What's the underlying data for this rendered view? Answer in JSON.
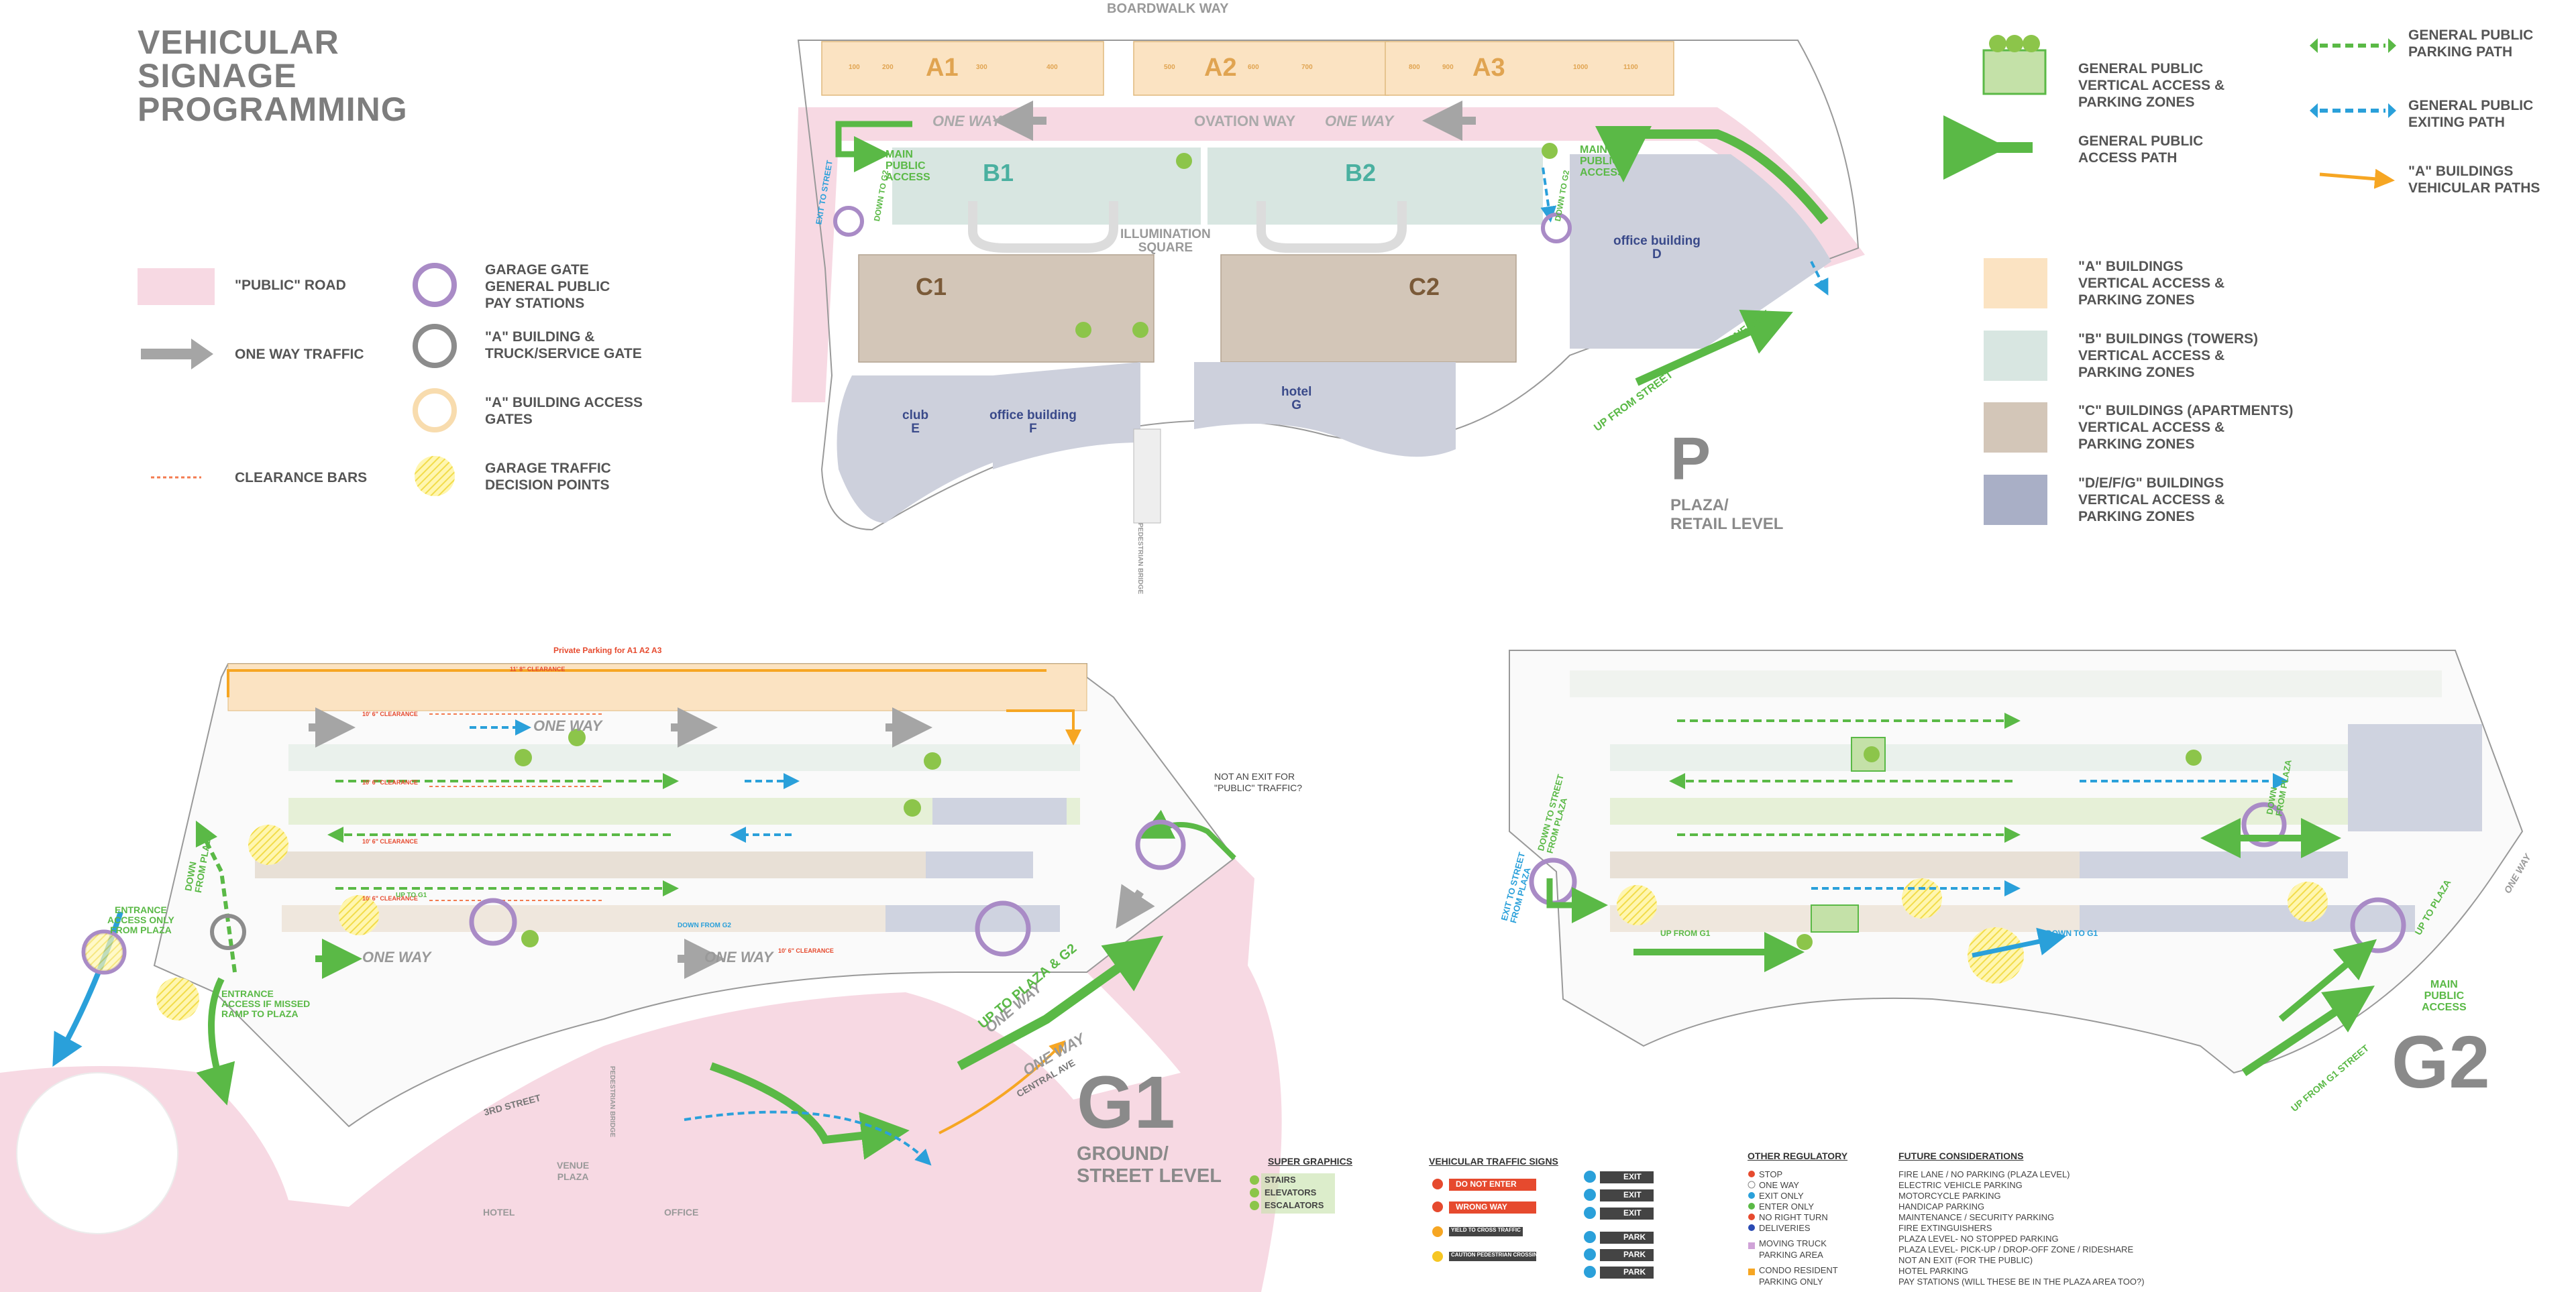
{
  "title": [
    "VEHICULAR",
    "SIGNAGE",
    "PROGRAMMING"
  ],
  "legend_left": [
    {
      "label": "\"PUBLIC\" ROAD",
      "icon": "public-road-swatch"
    },
    {
      "label": "ONE WAY TRAFFIC",
      "icon": "one-way-arrow-icon"
    },
    {
      "label": "CLEARANCE BARS",
      "icon": "clearance-bar-icon"
    },
    {
      "label": "GARAGE GATE\nGENERAL PUBLIC\nPAY STATIONS",
      "icon": "purple-ring-icon"
    },
    {
      "label": "\"A\" BUILDING &\nTRUCK/SERVICE GATE",
      "icon": "gray-ring-icon"
    },
    {
      "label": "\"A\" BUILDING ACCESS\nGATES",
      "icon": "tan-ring-icon"
    },
    {
      "label": "GARAGE TRAFFIC\nDECISION POINTS",
      "icon": "yellow-hatch-icon"
    }
  ],
  "legend_right": [
    {
      "label": "GENERAL PUBLIC\nVERTICAL ACCESS &\nPARKING ZONES"
    },
    {
      "label": "GENERAL PUBLIC\nACCESS PATH"
    },
    {
      "label": "GENERAL PUBLIC\nPARKING PATH"
    },
    {
      "label": "GENERAL PUBLIC\nEXITING PATH"
    },
    {
      "label": "\"A\" BUILDINGS\nVEHICULAR PATHS"
    },
    {
      "label": "\"A\" BUILDINGS\nVERTICAL ACCESS &\nPARKING ZONES",
      "color": "#fbe3c2"
    },
    {
      "label": "\"B\" BUILDINGS (TOWERS)\nVERTICAL ACCESS &\nPARKING ZONES",
      "color": "#d8e6e1"
    },
    {
      "label": "\"C\" BUILDINGS  (APARTMENTS)\nVERTICAL ACCESS &\nPARKING ZONES",
      "color": "#d3c6b8"
    },
    {
      "label": "\"D/E/F/G\" BUILDINGS\nVERTICAL ACCESS &\nPARKING ZONES",
      "color": "#a9afc6"
    }
  ],
  "plaza": {
    "street_top": "BOARDWALK WAY",
    "a_buildings": [
      "A1",
      "A2",
      "A3"
    ],
    "a_spaces": [
      "100",
      "200",
      "300",
      "400",
      "500",
      "600",
      "700",
      "800",
      "900",
      "1000",
      "1100"
    ],
    "b_buildings": [
      "B1",
      "B2"
    ],
    "c_buildings": [
      "C1",
      "C2"
    ],
    "ovation_way": "OVATION WAY",
    "one_way": "ONE WAY",
    "square": "ILLUMINATION\nSQUARE",
    "main_public_access": "MAIN\nPUBLIC\nACCESS",
    "down_to_g2": "DOWN TO G2",
    "exit_to_street": "EXIT TO STREET",
    "club": "club\nE",
    "office_f": "office building\nF",
    "hotel": "hotel\nG",
    "office_d": "office building\nD",
    "up_from_street": "UP FROM STREET",
    "pedestrian_bridge": "PEDESTRIAN BRIDGE",
    "level_letter": "P",
    "level_name": "PLAZA/\nRETAIL LEVEL"
  },
  "g1": {
    "private_parking": "Private Parking for A1  A2  A3",
    "clearance_top": "11' 8\" CLEARANCE",
    "clearance_rows": "10' 6\" CLEARANCE",
    "clearance_low": "10' 6\" CLEARANCE",
    "one_way": "ONE WAY",
    "not_an_exit": "NOT AN EXIT FOR\n\"PUBLIC\" TRAFFIC?",
    "entrance_only": "ENTRANCE\nACCESS ONLY\nFROM PLAZA",
    "down_from_plaza": "DOWN\nFROM PLAZA",
    "entrance_missed": "ENTRANCE\nACCESS IF MISSED\nRAMP TO PLAZA",
    "up_to_plaza": "UP TO PLAZA & G2",
    "up_to_g1": "UP TO G1",
    "down_from_g2": "DOWN FROM G2",
    "street_3rd": "3RD STREET",
    "central_ave": "CENTRAL AVE",
    "venue_plaza": "VENUE\nPLAZA",
    "hotel": "HOTEL",
    "office": "OFFICE",
    "pedestrian_bridge": "PEDESTRIAN BRIDGE",
    "level_letter": "G1",
    "level_name": "GROUND/\nSTREET LEVEL"
  },
  "g2": {
    "down_from_plaza_l": "DOWN TO STREET\nFROM PLAZA",
    "exit_to_street": "EXIT TO STREET\nFROM PLAZA",
    "down_from_plaza_r": "DOWN\nFROM PLAZA",
    "up_from_g1": "UP FROM G1",
    "down_to_g1": "DOWN TO G1",
    "up_to_plaza": "UP TO PLAZA",
    "up_from_street": "UP FROM G1 STREET",
    "main_public_access": "MAIN\nPUBLIC\nACCESS",
    "one_way": "ONE WAY",
    "level_letter": "G2"
  },
  "bottom_legend": {
    "super_graphics": {
      "title": "SUPER GRAPHICS",
      "items": [
        "STAIRS",
        "ELEVATORS",
        "ESCALATORS"
      ]
    },
    "vehicular_traffic_signs": {
      "title": "VEHICULAR TRAFFIC SIGNS",
      "items": [
        "DO NOT ENTER",
        "WRONG WAY",
        "YIELD TO CROSS TRAFFIC",
        "CAUTION PEDESTRIAN CROSSING"
      ],
      "exit_signs": [
        "EXIT",
        "EXIT",
        "EXIT"
      ],
      "park_signs": [
        "PARK",
        "PARK",
        "PARK"
      ]
    },
    "other_regulatory": {
      "title": "OTHER REGULATORY",
      "items": [
        "STOP",
        "ONE WAY",
        "EXIT ONLY",
        "ENTER ONLY",
        "NO RIGHT TURN",
        "DELIVERIES",
        "MOVING TRUCK\nPARKING AREA",
        "CONDO RESIDENT\nPARKING ONLY"
      ]
    },
    "future_considerations": {
      "title": "FUTURE CONSIDERATIONS",
      "items": [
        "FIRE LANE / NO PARKING (PLAZA LEVEL)",
        "ELECTRIC VEHICLE PARKING",
        "MOTORCYCLE PARKING",
        "HANDICAP PARKING",
        "MAINTENANCE / SECURITY PARKING",
        "FIRE EXTINGUISHERS",
        "PLAZA LEVEL- NO STOPPED PARKING",
        "PLAZA LEVEL- PICK-UP / DROP-OFF ZONE / RIDESHARE",
        "NOT AN EXIT (FOR THE PUBLIC)",
        "HOTEL PARKING",
        "PAY STATIONS (WILL THESE BE IN THE PLAZA AREA TOO?)"
      ]
    }
  },
  "colors": {
    "public_road": "#f7d9e3",
    "green": "#5ab946",
    "blue": "#2aa0da",
    "orange": "#f6a623",
    "purple": "#a98bc6",
    "a_zone": "#fbe3c2",
    "b_zone": "#d8e6e1",
    "c_zone": "#d3c6b8",
    "d_zone": "#a9afc6"
  }
}
